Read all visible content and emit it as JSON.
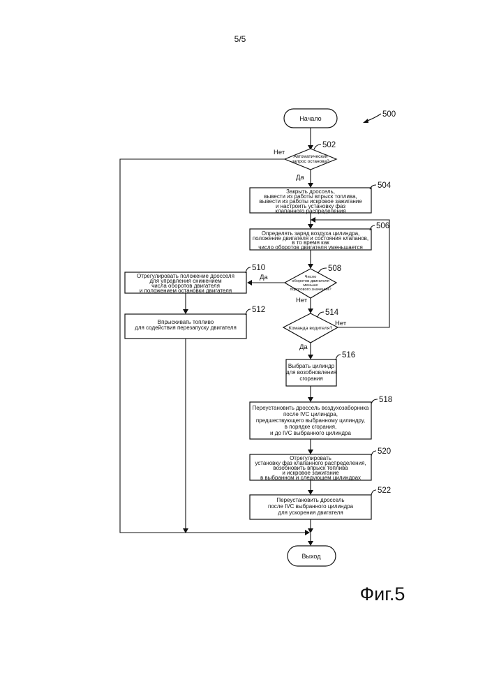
{
  "page_number": "5/5",
  "figure_label": "Фиг.5",
  "diagram_ref": "500",
  "start_label": "Начало",
  "end_label": "Выход",
  "nodes": {
    "n502": {
      "ref": "502",
      "lines": [
        "Автоматический",
        "запрос останова?"
      ]
    },
    "n504": {
      "ref": "504",
      "lines": [
        "Закрыть дроссель,",
        "вывести из работы впрыск топлива,",
        "вывести из работы искровое зажигание",
        "и настроить установку фаз",
        "клапанного распределения"
      ]
    },
    "n506": {
      "ref": "506",
      "lines": [
        "Определять заряд воздуха цилиндра,",
        "положение двигателя и состояния клапанов,",
        "в то время как",
        "число оборотов двигателя уменьшается"
      ]
    },
    "n508": {
      "ref": "508",
      "lines": [
        "Число",
        "оборотов двигателя",
        "меньше",
        "порогового значения?"
      ]
    },
    "n510": {
      "ref": "510",
      "lines": [
        "Отрегулировать положение дросселя",
        "для управления снижением",
        "числа оборотов двигателя",
        "и положением остановки двигателя"
      ]
    },
    "n512": {
      "ref": "512",
      "lines": [
        "Впрыскивать топливо",
        "для содействия перезапуску двигателя"
      ]
    },
    "n514": {
      "ref": "514",
      "lines": [
        "Команда водителя?"
      ]
    },
    "n516": {
      "ref": "516",
      "lines": [
        "Выбрать цилиндр",
        "для возобновления",
        "сгорания"
      ]
    },
    "n518": {
      "ref": "518",
      "lines": [
        "Переустановить дроссель воздухозаборника",
        "после IVC цилиндра,",
        "предшествующего выбранному цилиндру,",
        "в порядке сгорания,",
        "и до IVC выбранного цилиндра"
      ]
    },
    "n520": {
      "ref": "520",
      "lines": [
        "Отрегулировать",
        "установку фаз клапанного распределения,",
        "возобновить впрыск топлива",
        "и искровое зажигание",
        "в выбранном и следующем цилиндрах"
      ]
    },
    "n522": {
      "ref": "522",
      "lines": [
        "Переустановить дроссель",
        "после IVC выбранного цилиндра",
        "для ускорения двигателя"
      ]
    }
  },
  "edge_labels": {
    "no_502": "Нет",
    "yes_502": "Да",
    "yes_508": "Да",
    "no_508": "Нет",
    "no_514": "Нет",
    "yes_514": "Да"
  }
}
